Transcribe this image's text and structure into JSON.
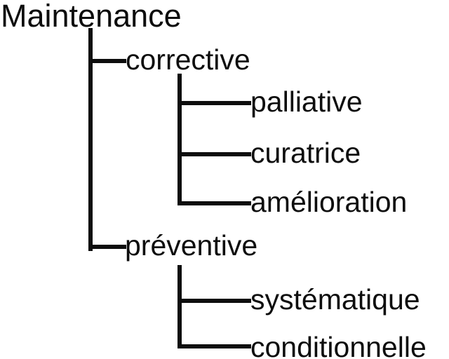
{
  "diagram": {
    "type": "tree",
    "title": "Maintenance",
    "language": "fr",
    "line_color": "#0d0d0d",
    "background_color": "#ffffff",
    "root": {
      "label": "Maintenance",
      "children": [
        {
          "label": "corrective",
          "children": [
            {
              "label": "palliative"
            },
            {
              "label": "curatrice"
            },
            {
              "label": "amélioration"
            }
          ]
        },
        {
          "label": "préventive",
          "children": [
            {
              "label": "systématique"
            },
            {
              "label": "conditionnelle"
            }
          ]
        }
      ]
    },
    "nodes": {
      "root": "Maintenance",
      "corrective": "corrective",
      "palliative": "palliative",
      "curatrice": "curatrice",
      "amelioration": "amélioration",
      "preventive": "préventive",
      "systematique": "systématique",
      "conditionnelle": "conditionnelle"
    }
  }
}
